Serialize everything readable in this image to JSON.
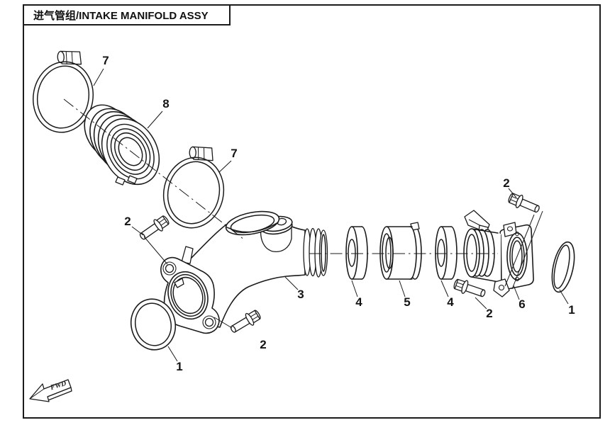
{
  "colors": {
    "background": "#ffffff",
    "line": "#1b1b1b"
  },
  "title_box": {
    "text": "进气管组/INTAKE MANIFOLD ASSY"
  },
  "direction_indicator": {
    "label": "FWD"
  },
  "callouts": [
    {
      "id": "hose-clamp-upper",
      "label": "7"
    },
    {
      "id": "corrugated-intake-sleeve",
      "label": "8"
    },
    {
      "id": "hose-clamp-lower",
      "label": "7"
    },
    {
      "id": "bolt-top-right",
      "label": "2"
    },
    {
      "id": "bolt-left",
      "label": "2"
    },
    {
      "id": "intake-manifold-pipe",
      "label": "3"
    },
    {
      "id": "seal-ring-front",
      "label": "4"
    },
    {
      "id": "spacer-sleeve",
      "label": "5"
    },
    {
      "id": "seal-ring-rear",
      "label": "4"
    },
    {
      "id": "bolt-bottom-right",
      "label": "2"
    },
    {
      "id": "throttle-body-adapter",
      "label": "6"
    },
    {
      "id": "o-ring-right",
      "label": "1"
    },
    {
      "id": "o-ring-left",
      "label": "1"
    },
    {
      "id": "bolt-bottom-center",
      "label": "2"
    }
  ]
}
